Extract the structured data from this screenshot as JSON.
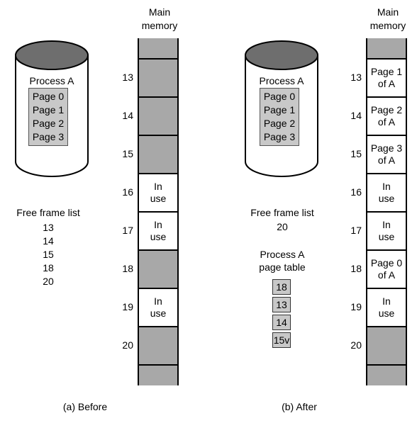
{
  "main_memory_label": [
    "Main",
    "memory"
  ],
  "before": {
    "caption": "(a) Before",
    "process_label": "Process A",
    "pages": [
      "Page 0",
      "Page 1",
      "Page 2",
      "Page 3"
    ],
    "free_list_title": "Free frame list",
    "free_list": [
      "13",
      "14",
      "15",
      "18",
      "20"
    ],
    "frames": [
      {
        "num": "13",
        "state": "free",
        "line1": "",
        "line2": ""
      },
      {
        "num": "14",
        "state": "free",
        "line1": "",
        "line2": ""
      },
      {
        "num": "15",
        "state": "free",
        "line1": "",
        "line2": ""
      },
      {
        "num": "16",
        "state": "used",
        "line1": "In",
        "line2": "use"
      },
      {
        "num": "17",
        "state": "used",
        "line1": "In",
        "line2": "use"
      },
      {
        "num": "18",
        "state": "free",
        "line1": "",
        "line2": ""
      },
      {
        "num": "19",
        "state": "used",
        "line1": "In",
        "line2": "use"
      },
      {
        "num": "20",
        "state": "free",
        "line1": "",
        "line2": ""
      }
    ]
  },
  "after": {
    "caption": "(b) After",
    "process_label": "Process A",
    "pages": [
      "Page 0",
      "Page 1",
      "Page 2",
      "Page 3"
    ],
    "free_list_title": "Free frame list",
    "free_list": [
      "20"
    ],
    "page_table_title": [
      "Process A",
      "page table"
    ],
    "page_table": [
      "18",
      "13",
      "14",
      "15v"
    ],
    "frames": [
      {
        "num": "13",
        "state": "used",
        "line1": "Page 1",
        "line2": "of A"
      },
      {
        "num": "14",
        "state": "used",
        "line1": "Page 2",
        "line2": "of A"
      },
      {
        "num": "15",
        "state": "used",
        "line1": "Page 3",
        "line2": "of A"
      },
      {
        "num": "16",
        "state": "used",
        "line1": "In",
        "line2": "use"
      },
      {
        "num": "17",
        "state": "used",
        "line1": "In",
        "line2": "use"
      },
      {
        "num": "18",
        "state": "used",
        "line1": "Page 0",
        "line2": "of A"
      },
      {
        "num": "19",
        "state": "used",
        "line1": "In",
        "line2": "use"
      },
      {
        "num": "20",
        "state": "free",
        "line1": "",
        "line2": ""
      }
    ]
  }
}
